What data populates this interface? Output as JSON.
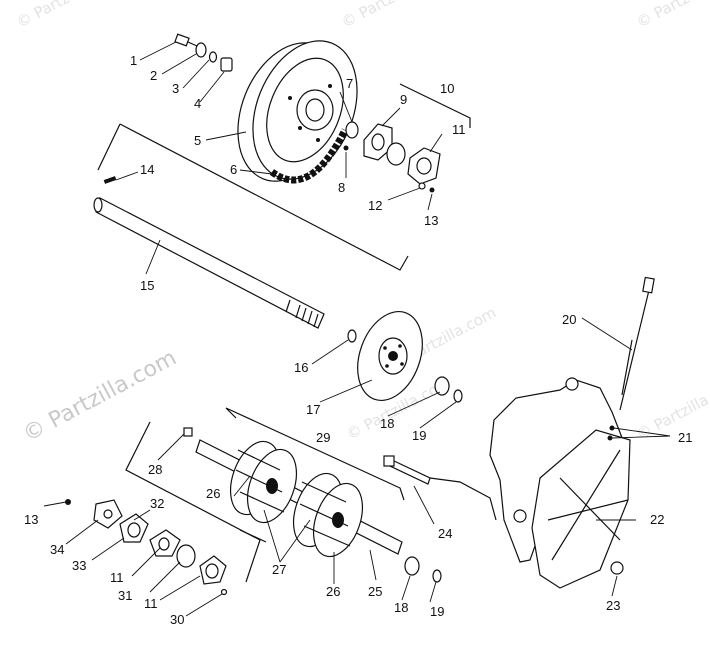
{
  "watermark": {
    "brand": "© Partzilla.com",
    "faint": "© Partzilla.com"
  },
  "callouts": {
    "c1": "1",
    "c2": "2",
    "c3": "3",
    "c4": "4",
    "c5": "5",
    "c6": "6",
    "c7": "7",
    "c8": "8",
    "c9": "9",
    "c10": "10",
    "c11a": "11",
    "c12": "12",
    "c13a": "13",
    "c14": "14",
    "c15": "15",
    "c16": "16",
    "c17": "17",
    "c18a": "18",
    "c19a": "19",
    "c20": "20",
    "c21": "21",
    "c22": "22",
    "c23": "23",
    "c24": "24",
    "c25": "25",
    "c26a": "26",
    "c26b": "26",
    "c27": "27",
    "c28": "28",
    "c29": "29",
    "c30": "30",
    "c31": "31",
    "c32": "32",
    "c33": "33",
    "c34": "34",
    "c13b": "13",
    "c11b": "11",
    "c11c": "11",
    "c18b": "18",
    "c19b": "19"
  }
}
